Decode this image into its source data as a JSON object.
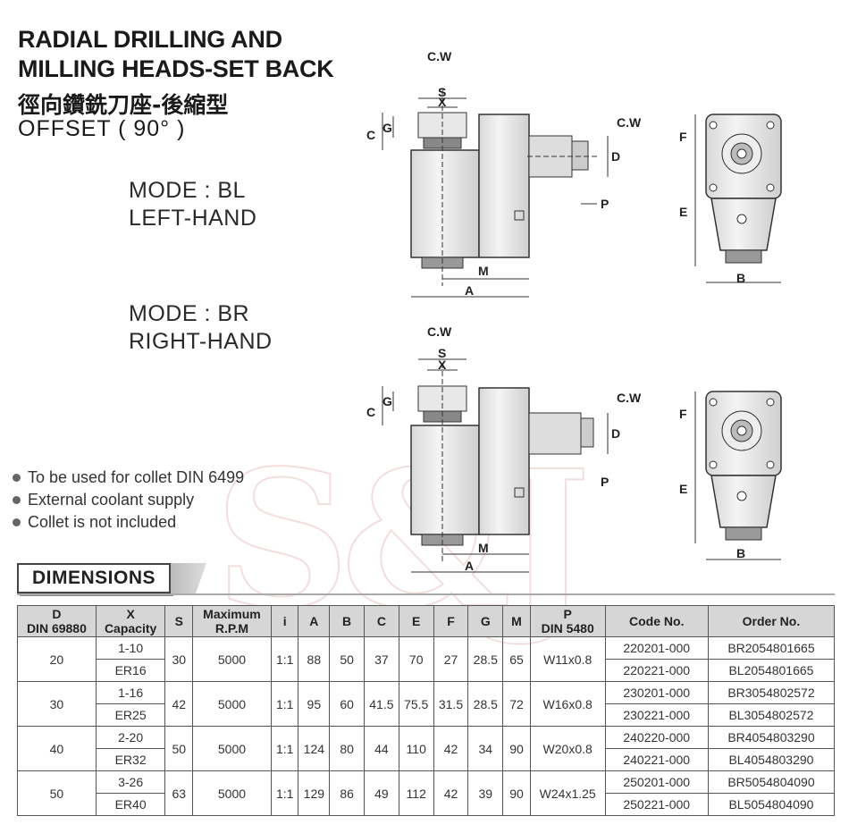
{
  "title": {
    "line1": "RADIAL DRILLING AND",
    "line2": "MILLING HEADS-SET BACK",
    "zh": "徑向鑽銑刀座-後縮型",
    "offset": "OFFSET ( 90° )"
  },
  "modes": [
    {
      "mode": "MODE : BL",
      "hand": "LEFT-HAND"
    },
    {
      "mode": "MODE : BR",
      "hand": "RIGHT-HAND"
    }
  ],
  "drawing_labels": {
    "cw": "C.W",
    "s": "S",
    "x": "X",
    "c": "C",
    "g": "G",
    "d": "D",
    "p": "P",
    "m": "M",
    "a": "A",
    "f": "F",
    "e": "E",
    "b": "B"
  },
  "notes": [
    "To be used for collet DIN 6499",
    "External coolant supply",
    "Collet is not included"
  ],
  "dimensions_title": "DIMENSIONS",
  "table": {
    "headers": {
      "d1": "D",
      "d2": "DIN 69880",
      "x1": "X",
      "x2": "Capacity",
      "s": "S",
      "rpm1": "Maximum",
      "rpm2": "R.P.M",
      "i": "i",
      "a": "A",
      "b": "B",
      "c": "C",
      "e": "E",
      "f": "F",
      "g": "G",
      "m": "M",
      "p1": "P",
      "p2": "DIN 5480",
      "code": "Code No.",
      "order": "Order No."
    },
    "rows": [
      {
        "d": "20",
        "x1": "1-10",
        "x2": "ER16",
        "s": "30",
        "rpm": "5000",
        "i": "1:1",
        "a": "88",
        "b": "50",
        "c": "37",
        "e": "70",
        "f": "27",
        "g": "28.5",
        "m": "65",
        "p": "W11x0.8",
        "code1": "220201-000",
        "order1": "BR2054801665",
        "code2": "220221-000",
        "order2": "BL2054801665"
      },
      {
        "d": "30",
        "x1": "1-16",
        "x2": "ER25",
        "s": "42",
        "rpm": "5000",
        "i": "1:1",
        "a": "95",
        "b": "60",
        "c": "41.5",
        "e": "75.5",
        "f": "31.5",
        "g": "28.5",
        "m": "72",
        "p": "W16x0.8",
        "code1": "230201-000",
        "order1": "BR3054802572",
        "code2": "230221-000",
        "order2": "BL3054802572"
      },
      {
        "d": "40",
        "x1": "2-20",
        "x2": "ER32",
        "s": "50",
        "rpm": "5000",
        "i": "1:1",
        "a": "124",
        "b": "80",
        "c": "44",
        "e": "110",
        "f": "42",
        "g": "34",
        "m": "90",
        "p": "W20x0.8",
        "code1": "240220-000",
        "order1": "BR4054803290",
        "code2": "240221-000",
        "order2": "BL4054803290"
      },
      {
        "d": "50",
        "x1": "3-26",
        "x2": "ER40",
        "s": "63",
        "rpm": "5000",
        "i": "1:1",
        "a": "129",
        "b": "86",
        "c": "49",
        "e": "112",
        "f": "42",
        "g": "39",
        "m": "90",
        "p": "W24x1.25",
        "code1": "250201-000",
        "order1": "BR5054804090",
        "code2": "250221-000",
        "order2": "BL5054804090"
      }
    ]
  }
}
